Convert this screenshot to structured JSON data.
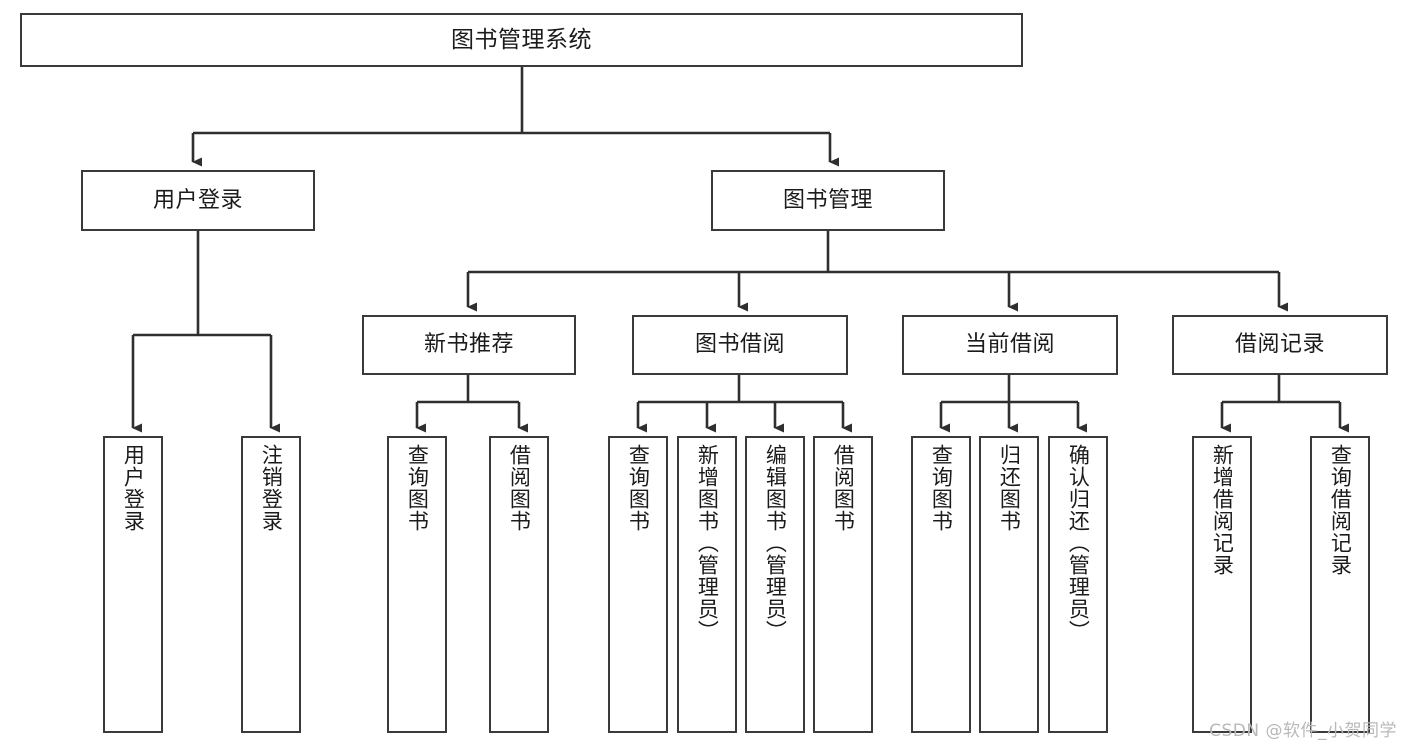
{
  "diagram": {
    "title": "图书管理系统",
    "type": "tree",
    "watermark": "CSDN @软件_小贺同学",
    "colors": {
      "node_border": "#3a3a3a",
      "node_fill": "#ffffff",
      "connector": "#2f2f2f",
      "text": "#1b1b1b",
      "watermark": "#b9b9b9",
      "background": "#ffffff"
    },
    "levels": {
      "root": "图书管理系统",
      "level2": [
        "用户登录",
        "图书管理"
      ],
      "level3": [
        "新书推荐",
        "图书借阅",
        "当前借阅",
        "借阅记录"
      ]
    },
    "nodes": {
      "root": {
        "label": "图书管理系统"
      },
      "user_login": {
        "label": "用户登录"
      },
      "book_manage": {
        "label": "图书管理"
      },
      "new_book_rec": {
        "label": "新书推荐"
      },
      "book_borrow": {
        "label": "图书借阅"
      },
      "current_borrow": {
        "label": "当前借阅"
      },
      "borrow_record": {
        "label": "借阅记录"
      },
      "leaf_user_login": {
        "label": "用户登录"
      },
      "leaf_logout": {
        "label": "注销登录"
      },
      "leaf_query_book_1": {
        "label": "查询图书"
      },
      "leaf_borrow_book_1": {
        "label": "借阅图书"
      },
      "leaf_query_book_2": {
        "label": "查询图书"
      },
      "leaf_add_book": {
        "label": "新增图书（管理员）"
      },
      "leaf_edit_book": {
        "label": "编辑图书（管理员）"
      },
      "leaf_borrow_book_2": {
        "label": "借阅图书"
      },
      "leaf_query_book_3": {
        "label": "查询图书"
      },
      "leaf_return_book": {
        "label": "归还图书"
      },
      "leaf_confirm_return": {
        "label": "确认归还（管理员）"
      },
      "leaf_add_record": {
        "label": "新增借阅记录"
      },
      "leaf_query_record": {
        "label": "查询借阅记录"
      }
    },
    "edges": [
      {
        "from": "图书管理系统",
        "to": "用户登录"
      },
      {
        "from": "图书管理系统",
        "to": "图书管理"
      },
      {
        "from": "用户登录",
        "to": "用户登录"
      },
      {
        "from": "用户登录",
        "to": "注销登录"
      },
      {
        "from": "图书管理",
        "to": "新书推荐"
      },
      {
        "from": "图书管理",
        "to": "图书借阅"
      },
      {
        "from": "图书管理",
        "to": "当前借阅"
      },
      {
        "from": "图书管理",
        "to": "借阅记录"
      },
      {
        "from": "新书推荐",
        "to": "查询图书"
      },
      {
        "from": "新书推荐",
        "to": "借阅图书"
      },
      {
        "from": "图书借阅",
        "to": "查询图书"
      },
      {
        "from": "图书借阅",
        "to": "新增图书（管理员）"
      },
      {
        "from": "图书借阅",
        "to": "编辑图书（管理员）"
      },
      {
        "from": "图书借阅",
        "to": "借阅图书"
      },
      {
        "from": "当前借阅",
        "to": "查询图书"
      },
      {
        "from": "当前借阅",
        "to": "归还图书"
      },
      {
        "from": "当前借阅",
        "to": "确认归还（管理员）"
      },
      {
        "from": "借阅记录",
        "to": "新增借阅记录"
      },
      {
        "from": "借阅记录",
        "to": "查询借阅记录"
      }
    ]
  }
}
